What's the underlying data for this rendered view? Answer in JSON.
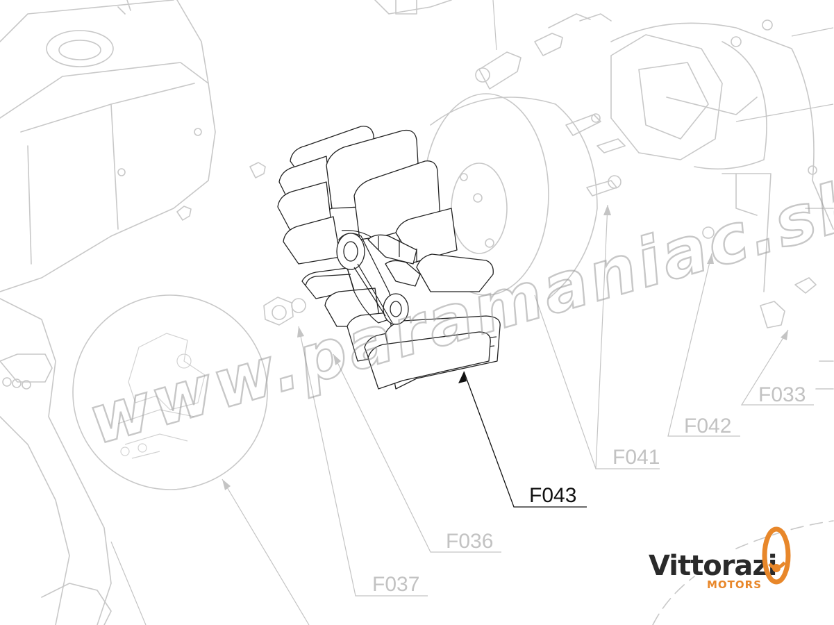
{
  "diagram": {
    "active_part": "F043",
    "callouts": [
      "F043",
      "F033",
      "F042",
      "F041",
      "F036",
      "F037"
    ],
    "watermark": "www.paramaniac.shop",
    "brand": {
      "name": "Vittorazi",
      "sub": "MOTORS",
      "accent_color": "#e8872a"
    },
    "colors": {
      "active_line": "#111111",
      "ghost_line": "#c8c8c8"
    }
  }
}
